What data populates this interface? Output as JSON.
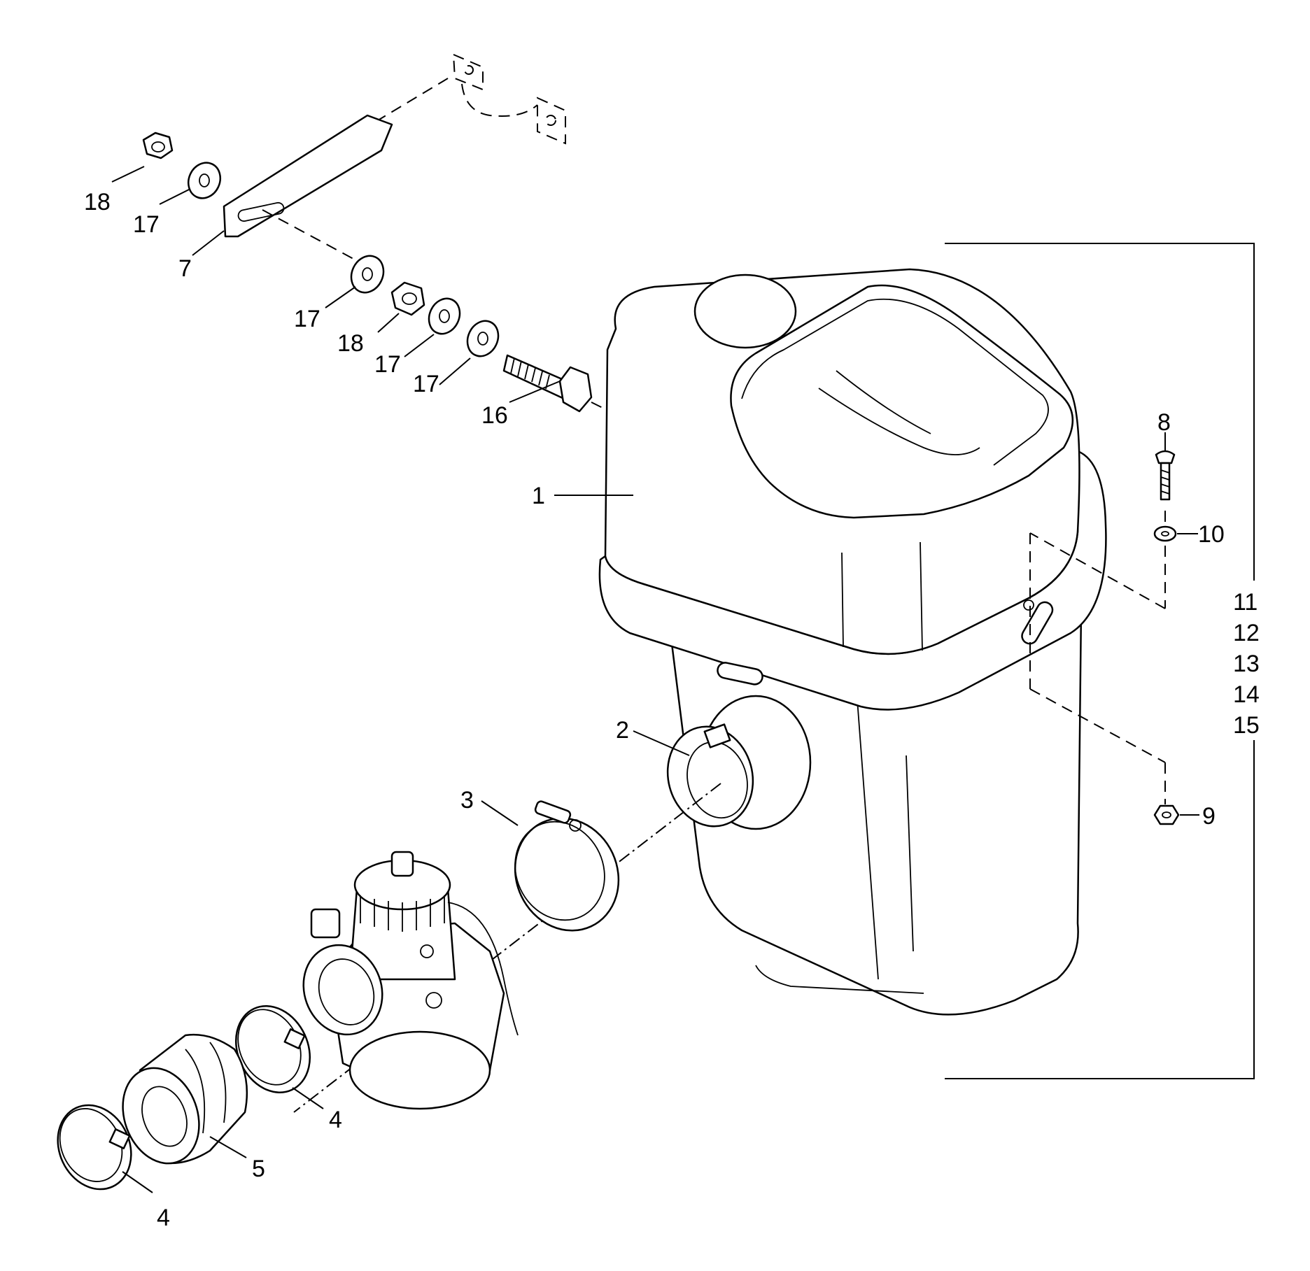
{
  "callouts": {
    "c1": "1",
    "c2": "2",
    "c3": "3",
    "c4a": "4",
    "c4b": "4",
    "c5": "5",
    "c7": "7",
    "c8": "8",
    "c9": "9",
    "c10": "10",
    "c11": "11",
    "c12": "12",
    "c13": "13",
    "c14": "14",
    "c15": "15",
    "c16": "16",
    "c17a": "17",
    "c17b": "17",
    "c17c": "17",
    "c17d": "17",
    "c18a": "18",
    "c18b": "18"
  }
}
